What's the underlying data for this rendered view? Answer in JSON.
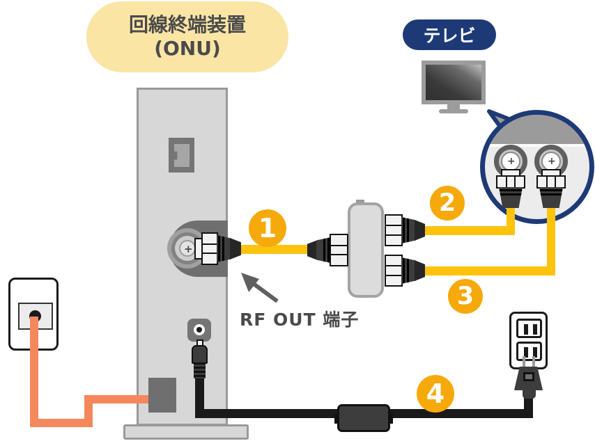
{
  "diagram": {
    "title_bubble": {
      "line1": "回線終端装置",
      "line2": "(ONU)"
    },
    "tv_label": "テレビ",
    "rf_out_label": "RF OUT 端子",
    "steps": [
      "1",
      "2",
      "3",
      "4"
    ],
    "icons": {
      "coax_port_plus": "+"
    },
    "colors": {
      "cream_label_bg": "#FAE5A5",
      "navy": "#1E3A76",
      "badge_orange": "#F6A90A",
      "coax_cable_yellow": "#FFC30E",
      "optical_cable_orange": "#F5875C",
      "power_cable_black": "#1A1A1A",
      "device_gray": "#D7D7D7",
      "port_dark_gray": "#6F6F6F",
      "text_gray": "#4A4A4A"
    }
  }
}
